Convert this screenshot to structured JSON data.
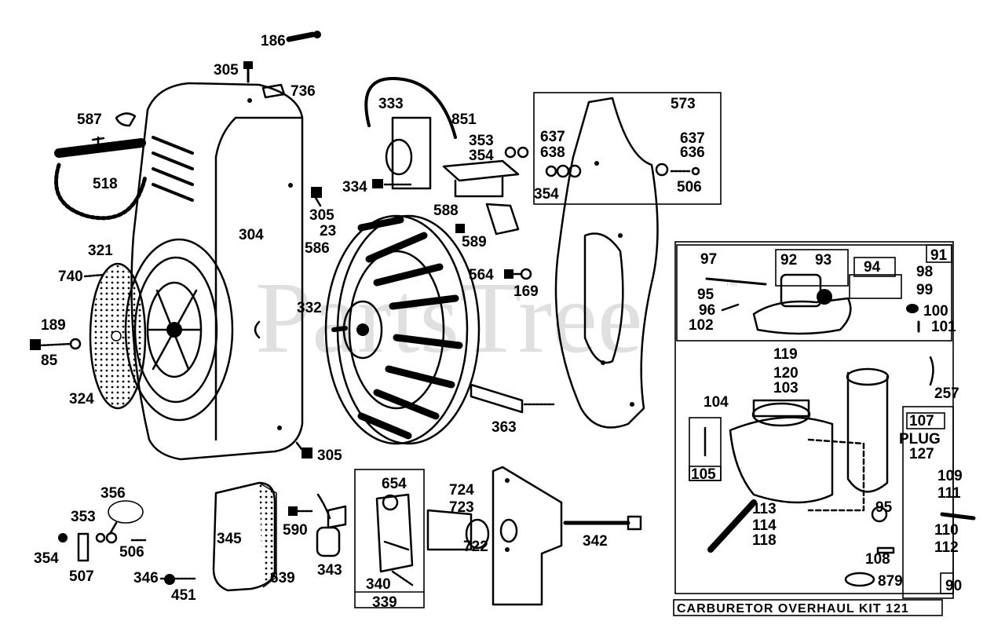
{
  "watermark": {
    "text": "PartsTree",
    "trademark": "™"
  },
  "kit_caption": "CARBURETOR OVERHAUL KIT 121",
  "plug_caption": "PLUG",
  "part_numbers": {
    "p186": "186",
    "p305a": "305",
    "p736": "736",
    "p587": "587",
    "p518": "518",
    "p304": "304",
    "p321": "321",
    "p740": "740",
    "p189": "189",
    "p85": "85",
    "p324": "324",
    "p305b": "305",
    "p305c": "305",
    "p23": "23",
    "p586": "586",
    "p332": "332",
    "p333": "333",
    "p851": "851",
    "p353a": "353",
    "p354a": "354",
    "p334": "334",
    "p588": "588",
    "p589": "589",
    "p564": "564",
    "p169": "169",
    "p363": "363",
    "p573": "573",
    "p637a": "637",
    "p638": "638",
    "p354b": "354",
    "p637b": "637",
    "p636": "636",
    "p506a": "506",
    "p91": "91",
    "p92": "92",
    "p93": "93",
    "p94": "94",
    "p97": "97",
    "p98": "98",
    "p99": "99",
    "p95a": "95",
    "p96": "96",
    "p100": "100",
    "p102": "102",
    "p101": "101",
    "p119": "119",
    "p120": "120",
    "p257": "257",
    "p104": "104",
    "p103": "103",
    "p107": "107",
    "p127": "127",
    "p105": "105",
    "p109": "109",
    "p111": "111",
    "p95b": "95",
    "p113": "113",
    "p114": "114",
    "p118": "118",
    "p110": "110",
    "p112": "112",
    "p108": "108",
    "p879": "879",
    "p90": "90",
    "p356": "356",
    "p353b": "353",
    "p354c": "354",
    "p506b": "506",
    "p507": "507",
    "p345": "345",
    "p590": "590",
    "p343": "343",
    "p346": "346",
    "p451": "451",
    "p639": "639",
    "p654": "654",
    "p340": "340",
    "p339": "339",
    "p724": "724",
    "p723": "723",
    "p722": "722",
    "p342": "342"
  }
}
